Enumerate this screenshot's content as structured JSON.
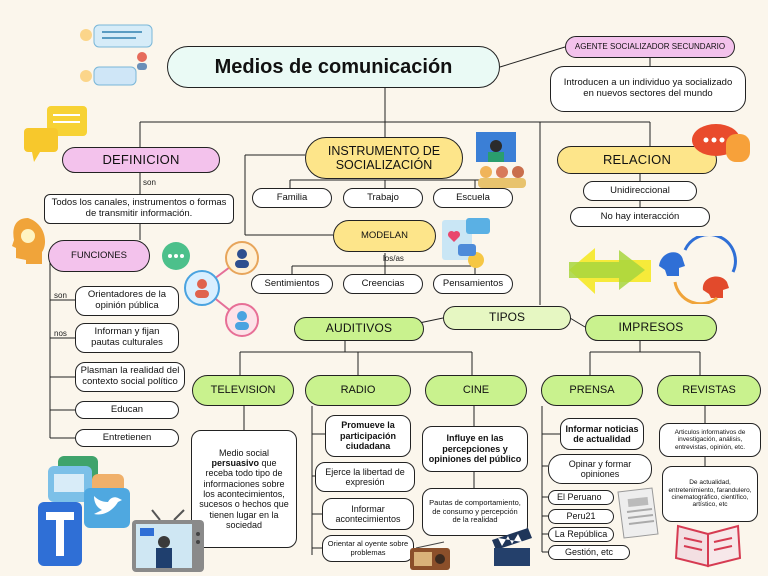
{
  "title": "Medios de comunicación",
  "agente": {
    "label": "AGENTE SOCIALIZADOR SECUNDARIO",
    "desc": "Introducen a un individuo ya socializado en nuevos sectores del mundo"
  },
  "definicion": {
    "label": "DEFINICION",
    "connector": "son",
    "text": "Todos los canales, instrumentos o formas de transmitir información."
  },
  "funciones": {
    "label": "FUNCIONES",
    "connector_son": "son",
    "connector_nos": "nos",
    "items": [
      "Orientadores de la opinión pública",
      "Informan y fijan pautas culturales",
      "Plasman la realidad del contexto social político",
      "Educan",
      "Entretienen"
    ]
  },
  "instrumento": {
    "label": "INSTRUMENTO DE SOCIALIZACIÓN",
    "items": [
      "Familia",
      "Trabajo",
      "Escuela"
    ],
    "modelan": "MODELAN",
    "connector": "los/as",
    "modelan_items": [
      "Sentimientos",
      "Creencias",
      "Pensamientos"
    ]
  },
  "relacion": {
    "label": "RELACION",
    "items": [
      "Unidireccional",
      "No hay interacción"
    ]
  },
  "tipos": {
    "label": "TIPOS",
    "auditivos": "AUDITIVOS",
    "impresos": "IMPRESOS"
  },
  "television": {
    "label": "TELEVISION",
    "text_a": "Medio social ",
    "text_bold": "persuasivo",
    "text_b": " que receba todo tipo de informaciones sobre los acontecimientos, sucesos o hechos que tienen lugar en la sociedad"
  },
  "radio": {
    "label": "RADIO",
    "items": [
      "Promueve la participación ciudadana",
      "Ejerce la libertad de expresión",
      "Informar acontecimientos",
      "Orientar al oyente sobre problemas"
    ]
  },
  "cine": {
    "label": "CINE",
    "items": [
      "Influye en las percepciones y opiniones del público",
      "Pautas de comportamiento, de consumo y percepción de la realidad"
    ]
  },
  "prensa": {
    "label": "PRENSA",
    "items": [
      "Informar noticias de actualidad",
      "Opinar y formar opiniones"
    ],
    "examples": [
      "El Peruano",
      "Peru21",
      "La República",
      "Gestión, etc"
    ]
  },
  "revistas": {
    "label": "REVISTAS",
    "items": [
      "Articulos informativos de investigación, análisis, entrevistas, opinión, etc.",
      "De actualidad, entretenimiento, farandulero, cinematográfico, científico, artístico, etc"
    ]
  },
  "icons": [
    "chat-bubbles-icon",
    "people-network-icon",
    "teacher-screen-icon",
    "speech-bubbles-icon",
    "lightbulb-head-icon",
    "social-apps-icon",
    "tv-news-icon",
    "radio-icon",
    "clapperboard-icon",
    "newspaper-icon",
    "open-magazine-icon",
    "arrows-heads-icon",
    "social-media-phone-icon"
  ],
  "colors": {
    "pink": "#f3c2ec",
    "yellow": "#fde58a",
    "green": "#c9f28e",
    "light_green": "#e6f7c2",
    "background": "#fbf6ec"
  }
}
